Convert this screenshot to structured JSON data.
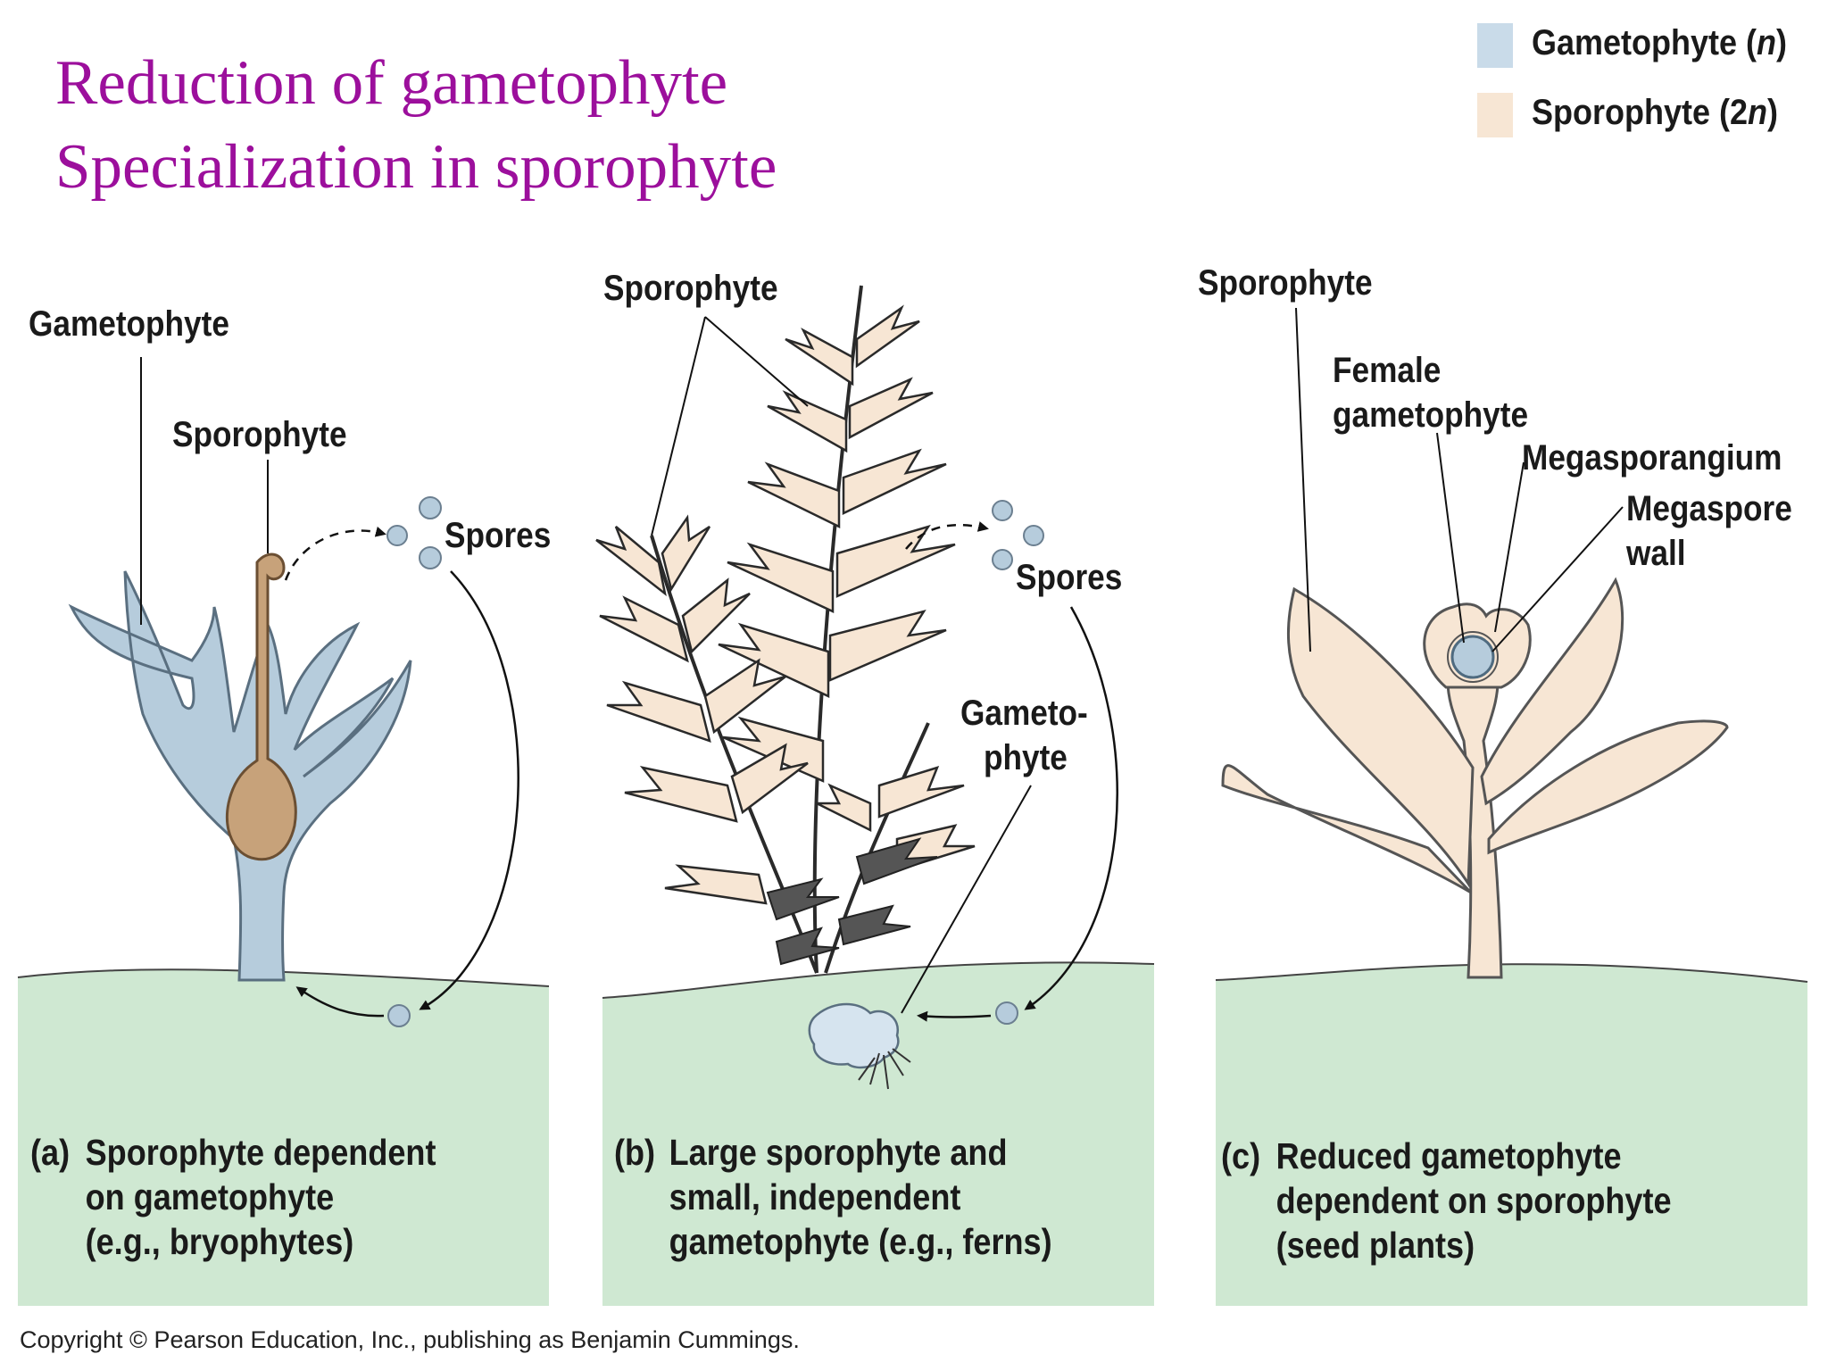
{
  "title": {
    "line1": "Reduction of gametophyte",
    "line2": "Specialization in sporophyte"
  },
  "legend": [
    {
      "label": "Gametophyte (",
      "italic": "n",
      "suffix": ")",
      "color": "#c9dbe9"
    },
    {
      "label": "Sporophyte (2",
      "italic": "n",
      "suffix": ")",
      "color": "#f7e6d4"
    }
  ],
  "colors": {
    "title": "#9c0f9c",
    "ground": "#cfe8d2",
    "gametophyte": "#b6ccdc",
    "sporophyte_brown": "#c7a27a",
    "sporophyte_pale": "#f7e6d4"
  },
  "panels": {
    "a": {
      "labels": {
        "gametophyte": "Gametophyte",
        "sporophyte": "Sporophyte",
        "spores": "Spores"
      },
      "caption": {
        "tag": "(a)",
        "lines": [
          "Sporophyte dependent",
          "on gametophyte",
          "(e.g., bryophytes)"
        ]
      }
    },
    "b": {
      "labels": {
        "sporophyte": "Sporophyte",
        "spores": "Spores",
        "gametophyte_l1": "Gameto-",
        "gametophyte_l2": "phyte"
      },
      "caption": {
        "tag": "(b)",
        "lines": [
          "Large sporophyte and",
          "small, independent",
          "gametophyte (e.g., ferns)"
        ]
      }
    },
    "c": {
      "labels": {
        "sporophyte": "Sporophyte",
        "female_l1": "Female",
        "female_l2": "gametophyte",
        "megasporangium": "Megasporangium",
        "megaspore_l1": "Megaspore",
        "megaspore_l2": "wall"
      },
      "caption": {
        "tag": "(c)",
        "lines": [
          "Reduced gametophyte",
          "dependent on sporophyte",
          "(seed plants)"
        ]
      }
    }
  },
  "copyright": "Copyright © Pearson Education, Inc., publishing as Benjamin Cummings."
}
